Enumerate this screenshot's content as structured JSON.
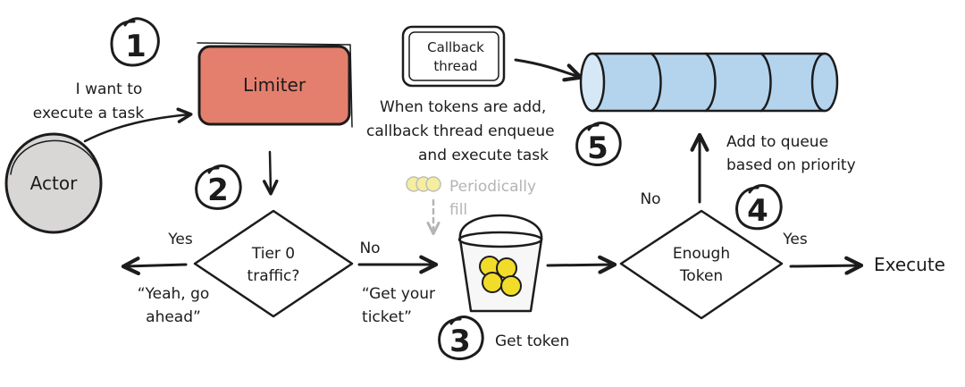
{
  "steps": [
    "1",
    "2",
    "3",
    "4",
    "5"
  ],
  "nodes": {
    "actor": "Actor",
    "limiter": "Limiter",
    "callback": [
      "Callback",
      "thread"
    ],
    "tier0": [
      "Tier 0",
      "traffic?"
    ],
    "enough": [
      "Enough",
      "Token"
    ],
    "execute": "Execute"
  },
  "labels": {
    "actor_request": [
      "I want to",
      "execute a task"
    ],
    "yes_left": "Yes",
    "yes_quote": [
      "“Yeah, go",
      "ahead”"
    ],
    "no_middle": "No",
    "no_quote": [
      "“Get your",
      "ticket”"
    ],
    "periodically": [
      "Periodically",
      "fill"
    ],
    "get_token": "Get token",
    "no_top": "No",
    "yes_right": "Yes",
    "add_queue": [
      "Add to queue",
      "based on priority"
    ],
    "callback_desc": [
      "When tokens are add,",
      "callback thread enqueue",
      "and execute task"
    ]
  },
  "colors": {
    "limiter_fill": "#e47f6d",
    "actor_fill": "#d9d6d6",
    "queue_fill": "#b4d4ee",
    "coin_fill": "#f2dc2a",
    "ink": "#1c1c1c"
  }
}
